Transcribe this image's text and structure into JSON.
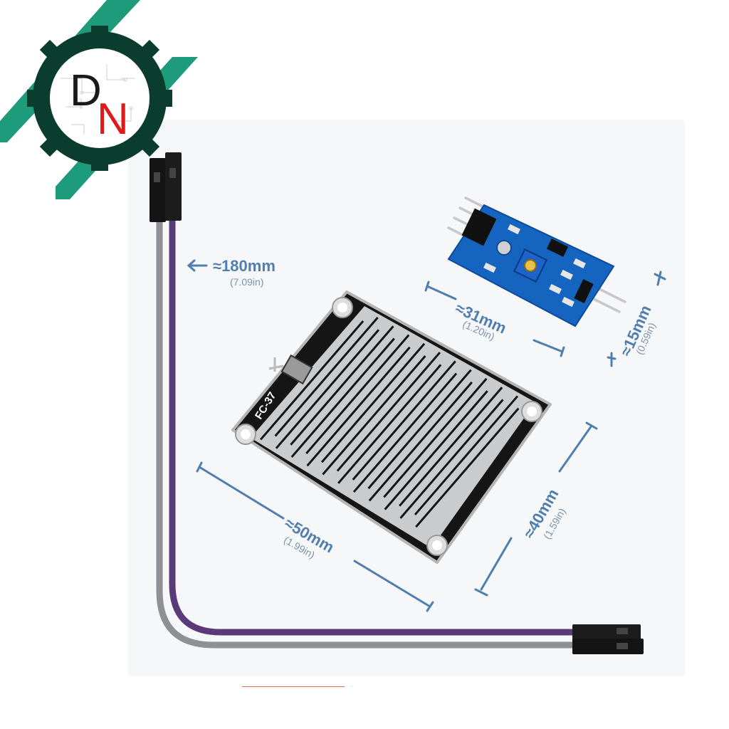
{
  "logo": {
    "text": "DN",
    "letter_1": "D",
    "letter_2": "N",
    "colors": {
      "ring": "#0b3d2e",
      "stripe": "#1e9b7a",
      "d": "#1a1a1a",
      "n": "#e01919"
    }
  },
  "sensor_board": {
    "label": "FC-37"
  },
  "dimensions": {
    "cable": {
      "value": "≈180mm",
      "sub": "(7.09in)"
    },
    "module_width": {
      "value": "≈31mm",
      "sub": "(1.20in)"
    },
    "module_height": {
      "value": "≈15mm",
      "sub": "(0.59in)"
    },
    "board_width": {
      "value": "≈50mm",
      "sub": "(1.99in)"
    },
    "board_height": {
      "value": "≈40mm",
      "sub": "(1.59in)"
    }
  },
  "colors": {
    "dimension": "#4f7eaf",
    "module_pcb": "#1565c0",
    "wire_purple": "#5b3a7a",
    "wire_gray": "#8f8f96",
    "board_black": "#151515"
  }
}
